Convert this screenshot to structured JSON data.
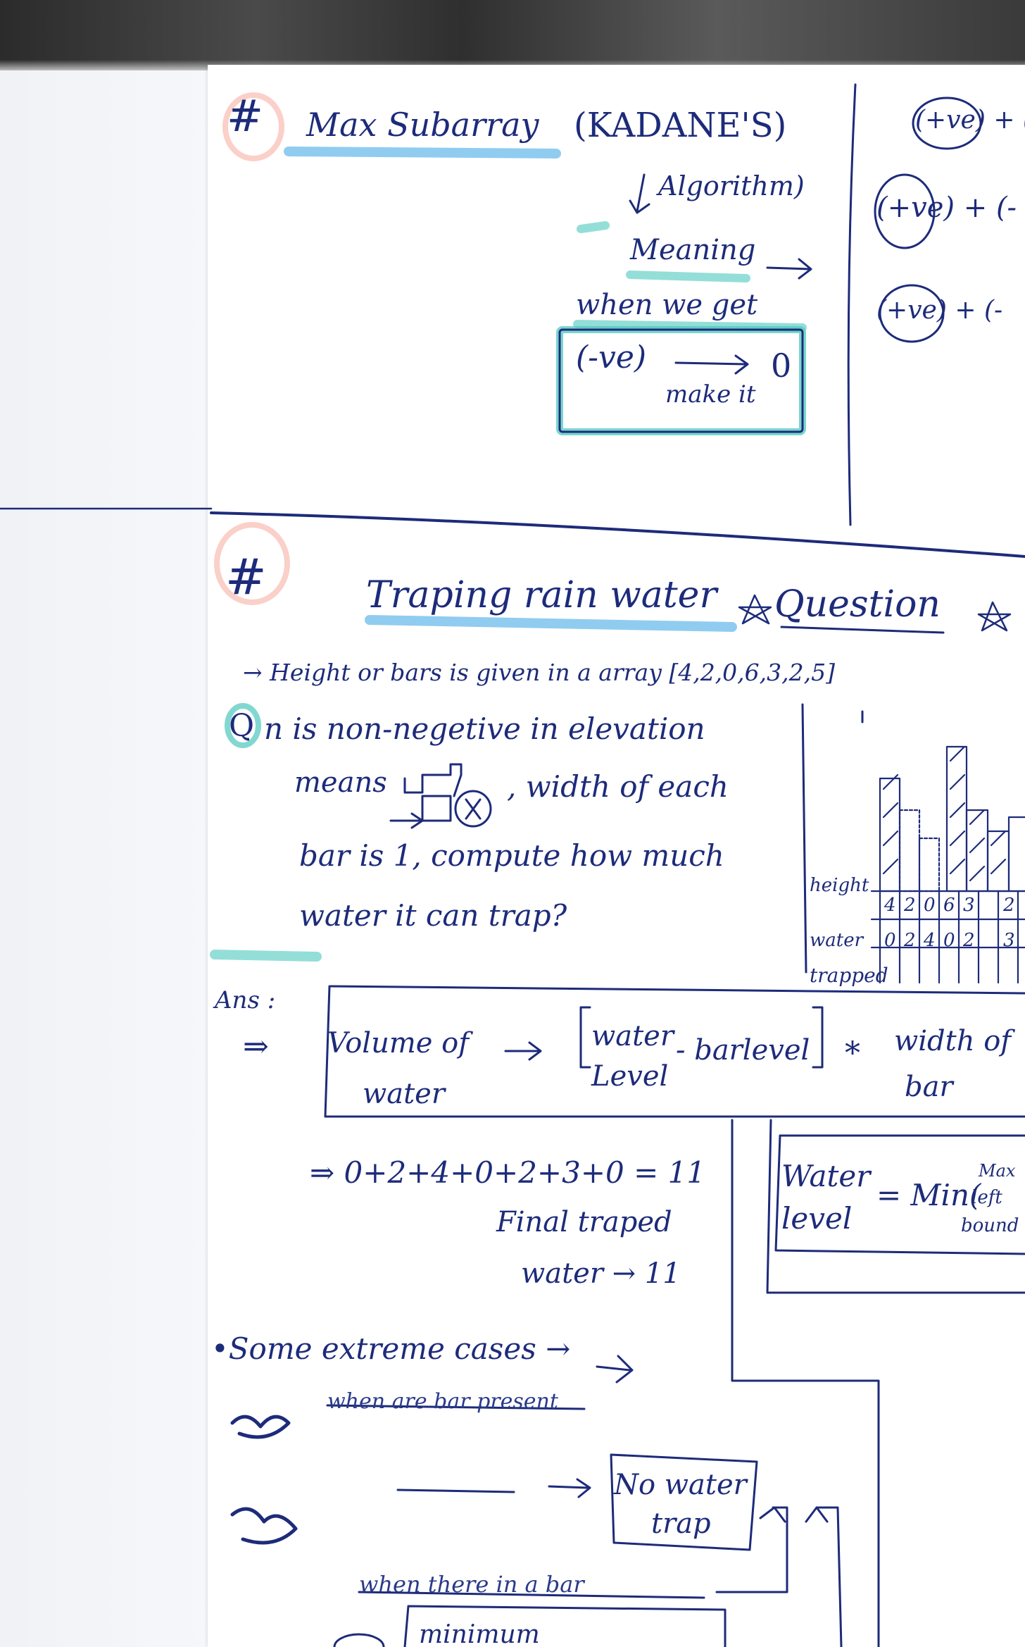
{
  "section1": {
    "hash": "#",
    "title": "Max Subarray",
    "paren_title": "(KADANE'S)",
    "algorithm": "Algorithm)",
    "meaning": "Meaning",
    "when_we_get": "when we get",
    "neg_ve": "(-ve)",
    "zero": "0",
    "make_it": "make it",
    "right_col": [
      "(+ve) + (",
      "(+ve) + (-",
      "(+ve) + (-"
    ]
  },
  "section2": {
    "hash": "#",
    "title": "Traping rain water",
    "question": "Question",
    "given": "→ Height or bars is given in a array [4,2,0,6,3,2,5]",
    "q_label": "Q",
    "q_lines": [
      "n is non-negetive in elevation",
      "means",
      ", width of each",
      "bar is 1, compute how much",
      "water it can trap?"
    ],
    "diagram": {
      "height_label": "height",
      "heights": [
        "4",
        "2",
        "0",
        "6",
        "3",
        "2"
      ],
      "water_label": "water",
      "trapped_label": "trapped",
      "water": [
        "0",
        "2",
        "4",
        "0",
        "2",
        "3"
      ]
    },
    "ans_label": "Ans :",
    "formula": {
      "arrow": "⇒",
      "volume": "Volume of",
      "water": "water",
      "arrow2": "→",
      "water_level": "water",
      "level": "Level",
      "bar_level": "- barlevel",
      "times": "*",
      "width_of": "width of",
      "bar": "bar"
    },
    "sum": "⇒ 0+2+4+0+2+3+0 = 11",
    "final": [
      "Final traped",
      "water → 11"
    ],
    "water_level_box": {
      "water": "Water",
      "level": "level",
      "eq_min": "= Min(",
      "max": "Max",
      "left": "left",
      "bound": "bound"
    },
    "extreme": "•Some extreme cases →",
    "no_water": [
      "No water",
      "trap"
    ],
    "crossed_1": "when are bar present",
    "crossed_2": "when there in a bar",
    "minimum": "minimum"
  }
}
